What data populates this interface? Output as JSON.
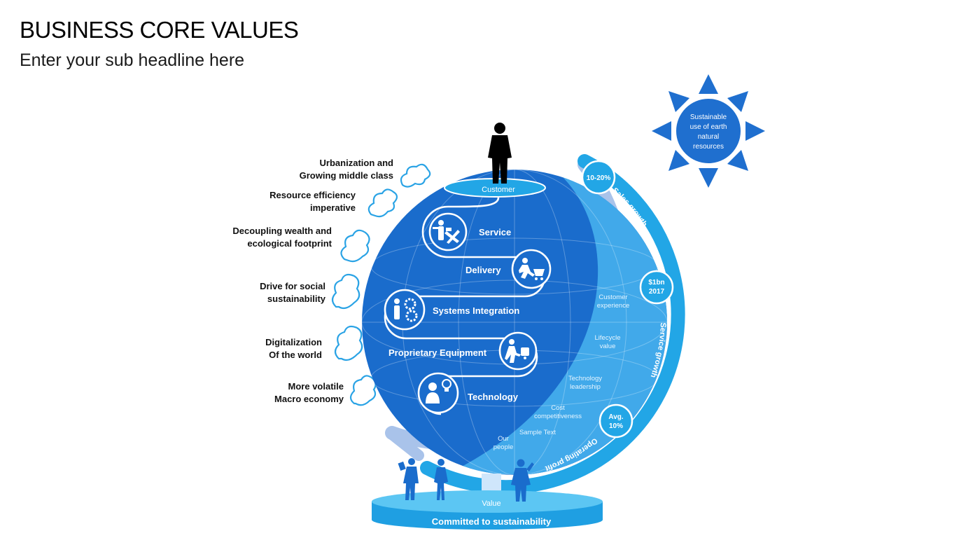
{
  "header": {
    "title": "BUSINESS CORE VALUES",
    "subtitle": "Enter your sub headline here"
  },
  "trends": [
    "Urbanization and\nGrowing middle class",
    "Resource efficiency\nimperative",
    "Decoupling wealth and\necological footprint",
    "Drive for social\nsustainability",
    "Digitalization\nOf the world",
    "More volatile\nMacro economy"
  ],
  "sun": {
    "lines": [
      "Sustainable",
      "use of earth",
      "natural",
      "resources"
    ]
  },
  "globe": {
    "top_label": "Customer",
    "path_steps": [
      {
        "label": "Service",
        "icon": "service-tools-icon"
      },
      {
        "label": "Delivery",
        "icon": "delivery-cart-icon"
      },
      {
        "label": "Systems Integration",
        "icon": "systems-gears-icon"
      },
      {
        "label": "Proprietary Equipment",
        "icon": "equipment-trolley-icon"
      },
      {
        "label": "Technology",
        "icon": "technology-idea-icon"
      }
    ],
    "side_labels": [
      [
        "Customer",
        "experience"
      ],
      [
        "Lifecycle",
        "value"
      ],
      [
        "Technology",
        "leadership"
      ],
      [
        "Cost",
        "competitiveness"
      ],
      [
        "Sample Text"
      ],
      [
        "Our",
        "people"
      ]
    ]
  },
  "ring": {
    "arc_labels": [
      "Sales growth",
      "Service growth",
      "Operating profit"
    ],
    "badges": [
      [
        "10-20%"
      ],
      [
        "$1bn",
        "2017"
      ],
      [
        "Avg.",
        "10%"
      ]
    ]
  },
  "base": {
    "value_label": "Value",
    "footer_label": "Committed to sustainability"
  },
  "colors": {
    "globe_dark": "#1a6ccc",
    "globe_light": "#3ea5e8",
    "accent": "#22a6e6",
    "ring_grey": "#9fb8e0"
  }
}
